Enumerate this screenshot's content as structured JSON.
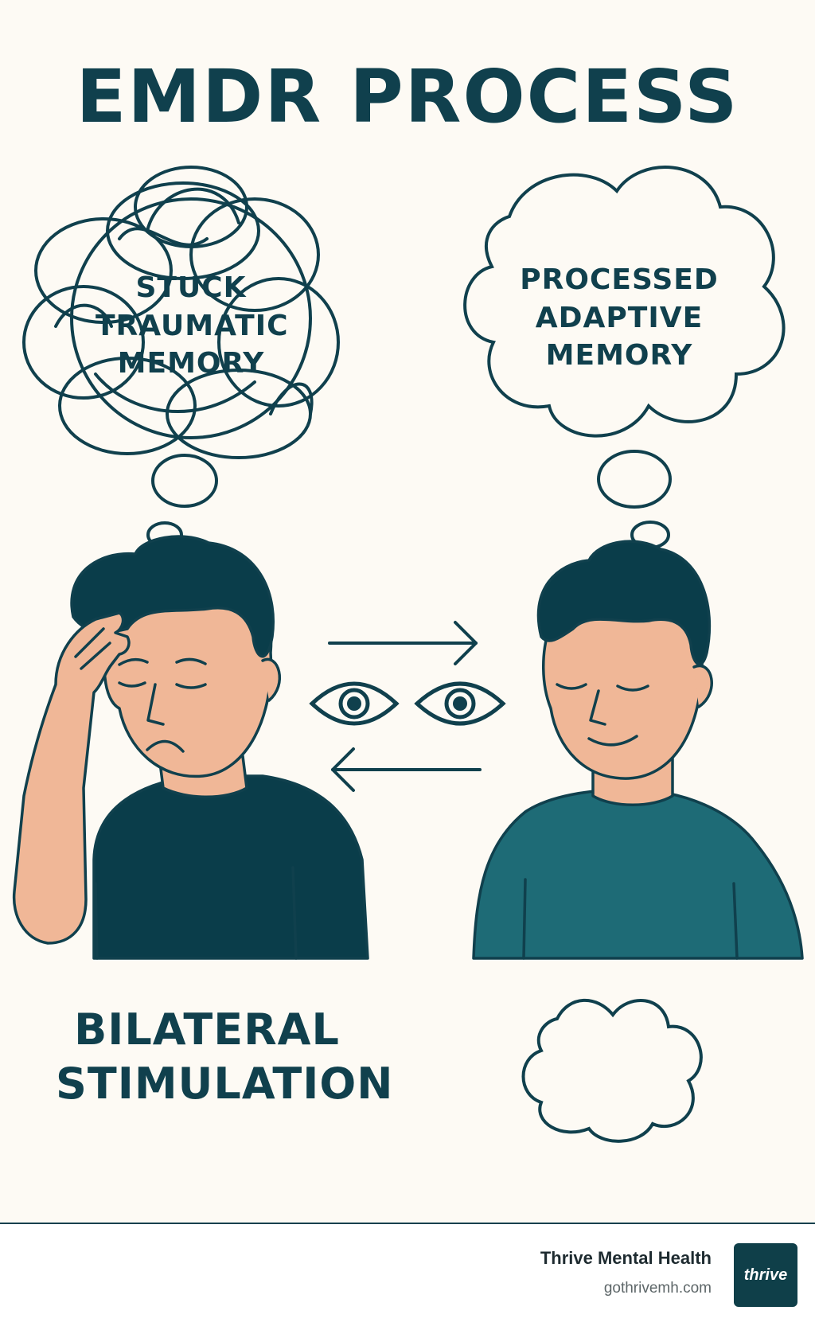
{
  "title": "EMDR PROCESS",
  "stuck_memory": {
    "line1": "STUCK",
    "line2": "TRAUMATIC",
    "line3": "MEMORY"
  },
  "processed_memory": {
    "line1": "PROCESSED",
    "line2": "ADAPTIVE",
    "line3": "MEMORY"
  },
  "bilateral": {
    "line1": "BILATERAL",
    "line2": "STIMULATION"
  },
  "footer": {
    "brand_name": "Thrive Mental Health",
    "brand_url": "gothrivemh.com",
    "logo_text": "thrive"
  },
  "colors": {
    "ink": "#10404d",
    "background": "#fdfaf4",
    "skin": "#f0b797",
    "shirt_dark": "#0a3d4a",
    "shirt_teal": "#1e6b76"
  }
}
